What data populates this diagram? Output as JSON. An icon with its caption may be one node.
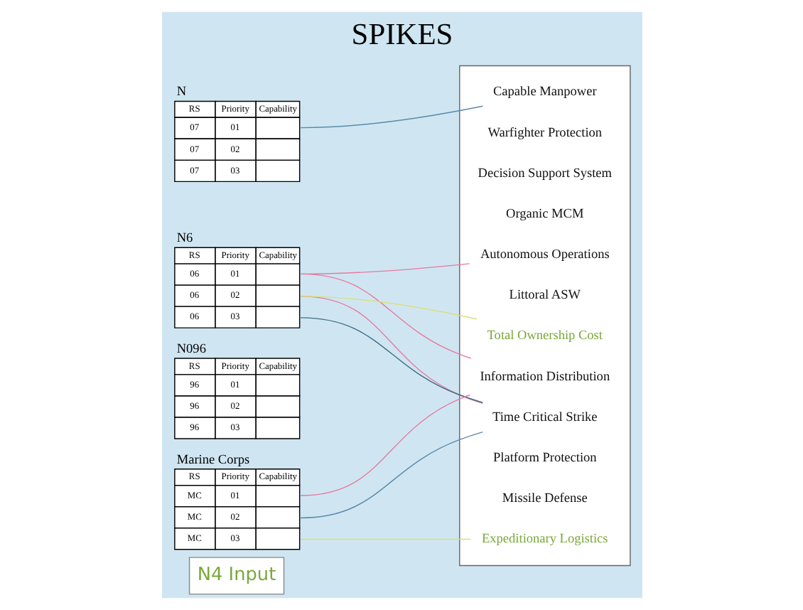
{
  "diagram": {
    "title": "SPIKES",
    "nodes": [
      {
        "text": [
          "N",
          "RS",
          "Priority",
          "Capability",
          "07",
          "01",
          "07",
          "02",
          "07",
          "03"
        ]
      },
      {
        "text": [
          "N6",
          "RS",
          "Priority",
          "Capability",
          "06",
          "01",
          "06",
          "02",
          "06",
          "03"
        ]
      },
      {
        "text": [
          "N096",
          "RS",
          "Priority",
          "Capability",
          "96",
          "01",
          "96",
          "02",
          "96",
          "03"
        ]
      },
      {
        "text": [
          "Marine Corps",
          "RS",
          "Priority",
          "Capability",
          "MC",
          "01",
          "MC",
          "02",
          "MC",
          "03"
        ]
      },
      {
        "text": [],
        "shape": "box"
      },
      {
        "text": [
          "Information Distribution"
        ],
        "in": 4
      },
      {
        "text": [
          "Time Critical Strike"
        ],
        "in": 4
      },
      {
        "text": [
          "Decision Support System"
        ],
        "in": 4
      },
      {
        "text": [
          "Organic MCM"
        ],
        "in": 4
      },
      {
        "text": [
          "Autonomous Operations"
        ],
        "in": 4
      },
      {
        "text": [
          "Littoral ASW"
        ],
        "in": 4
      },
      {
        "text": [
          "Total Ownership Cost"
        ],
        "in": 4
      },
      {
        "text": [
          "Platform Protection"
        ],
        "in": 4
      },
      {
        "text": [
          "Missile Defense"
        ],
        "in": 4
      },
      {
        "text": [
          "Expeditionary Logistics"
        ],
        "in": 4
      },
      {
        "text": [
          "Capable Manpower"
        ],
        "in": 4
      },
      {
        "text": [
          "Warfighter Protection"
        ],
        "in": 4
      },
      {
        "text": [
          "N4 Input"
        ]
      }
    ],
    "edges": [
      {
        "from": 0,
        "to": 15,
        "arrow": "none",
        "color": "#5b8aa8"
      },
      {
        "from": 1,
        "to": 5,
        "arrow": "none",
        "color": "#e87aa0"
      },
      {
        "from": 1,
        "to": 6,
        "arrow": "none",
        "color": "#e87aa0"
      },
      {
        "from": 1,
        "to": 6,
        "arrow": "none",
        "color": "#3f6e86"
      },
      {
        "from": 1,
        "to": 9,
        "arrow": "none",
        "color": "#e87aa0"
      },
      {
        "from": 1,
        "to": 11,
        "arrow": "none",
        "color": "#d8e07a"
      },
      {
        "from": 3,
        "to": 5,
        "arrow": "none",
        "color": "#e87aa0"
      },
      {
        "from": 3,
        "to": 6,
        "arrow": "none",
        "color": "#5b8aa8"
      },
      {
        "from": 3,
        "to": 14,
        "arrow": "none",
        "color": "#d8e07a"
      }
    ]
  }
}
